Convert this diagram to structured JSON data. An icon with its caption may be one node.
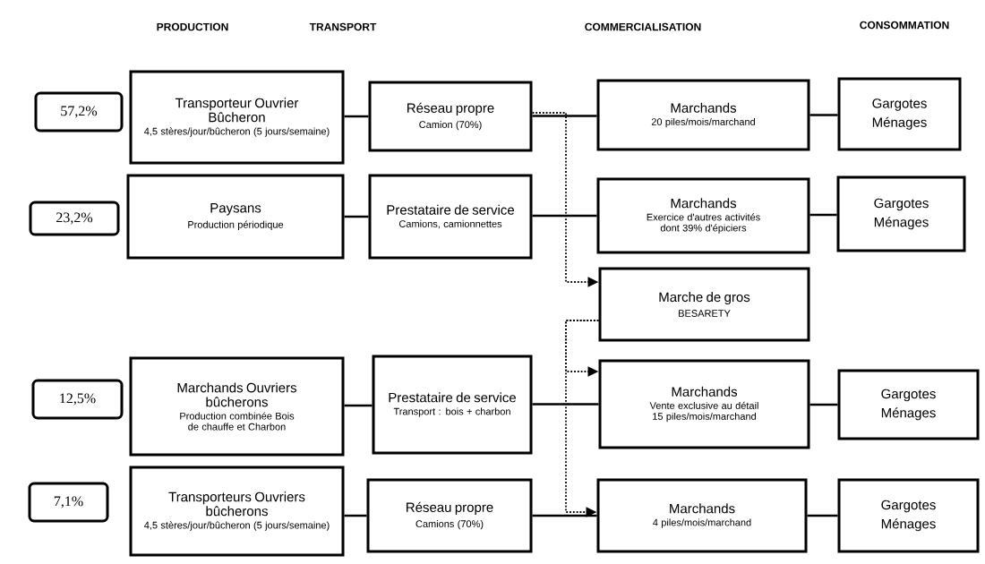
{
  "diagram": {
    "nodes": [
      {
        "text": [
          "57,2%"
        ]
      },
      {
        "text": [
          "Transporteur Ouvrier Bûcheron",
          "4,5 stères/jour/bûcheron (5 jours/semaine)"
        ]
      },
      {
        "text": [
          "Réseau propre",
          "Camion (70%)"
        ]
      },
      {
        "text": [
          "Marchands",
          "20 piles/mois/marchand"
        ]
      },
      {
        "text": [
          "Gargotes",
          "Ménages"
        ]
      },
      {
        "text": [
          "23,2%"
        ]
      },
      {
        "text": [
          "Paysans",
          "Production périodique"
        ]
      },
      {
        "text": [
          "Prestataire de service",
          "Camions, camionnettes"
        ]
      },
      {
        "text": [
          "Marchands",
          "Exercice d'autres activités dont 39% d'épiciers"
        ]
      },
      {
        "text": [
          "Gargotes",
          "Ménages"
        ]
      },
      {
        "text": [
          "Marche de gros",
          "BESARETY"
        ]
      },
      {
        "text": [
          "12,5%"
        ]
      },
      {
        "text": [
          "Marchands Ouvriers bûcherons",
          "Production combinée Bois de chauffe et Charbon"
        ]
      },
      {
        "text": [
          "Prestataire de service",
          "Transport : bois + charbon"
        ]
      },
      {
        "text": [
          "Marchands",
          "Vente exclusive au détail 15 piles/mois/marchand"
        ]
      },
      {
        "text": [
          "Gargotes",
          "Ménages"
        ]
      },
      {
        "text": [
          "7,1%"
        ]
      },
      {
        "text": [
          "Transporteurs Ouvriers bûcherons",
          "4,5 stères/jour/bûcheron (5 jours/semaine)"
        ]
      },
      {
        "text": [
          "Réseau propre",
          "Camions (70%)"
        ]
      },
      {
        "text": [
          "Marchands",
          "4 piles/mois/marchand"
        ]
      },
      {
        "text": [
          "Gargotes",
          "Ménages"
        ]
      }
    ],
    "edges": [
      {
        "from": 1,
        "to": 2,
        "arrow": "none"
      },
      {
        "from": 2,
        "to": 3,
        "arrow": "none"
      },
      {
        "from": 3,
        "to": 4,
        "arrow": "none"
      },
      {
        "from": 6,
        "to": 7,
        "arrow": "none"
      },
      {
        "from": 7,
        "to": 8,
        "arrow": "none"
      },
      {
        "from": 8,
        "to": 9,
        "arrow": "none"
      },
      {
        "from": 12,
        "to": 13,
        "arrow": "none"
      },
      {
        "from": 13,
        "to": 14,
        "arrow": "none"
      },
      {
        "from": 14,
        "to": 15,
        "arrow": "none"
      },
      {
        "from": 17,
        "to": 18,
        "arrow": "none"
      },
      {
        "from": 18,
        "to": 19,
        "arrow": "none"
      },
      {
        "from": 19,
        "to": 20,
        "arrow": "none"
      },
      {
        "from": 2,
        "to": 10,
        "arrow": "to",
        "style": "dashed"
      },
      {
        "from": 10,
        "to": 14,
        "arrow": "to",
        "style": "dashed"
      },
      {
        "from": 10,
        "to": 19,
        "arrow": "to",
        "style": "dashed"
      }
    ],
    "labels": [
      "PRODUCTION",
      "TRANSPORT",
      "COMMERCIALISATION",
      "CONSOMMATION"
    ]
  }
}
